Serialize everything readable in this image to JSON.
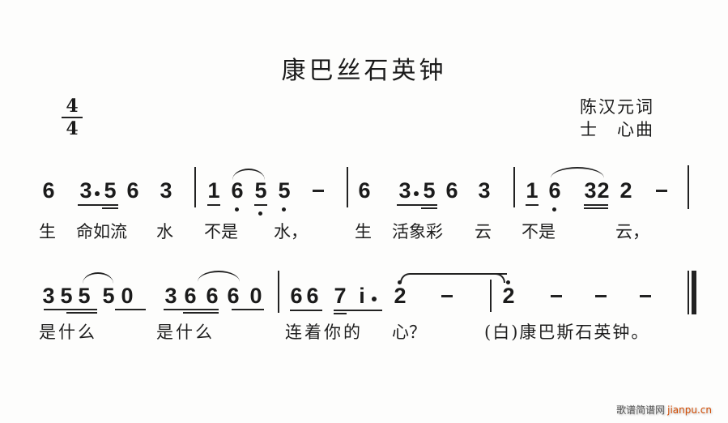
{
  "score": {
    "title": "康巴丝石英钟",
    "time_signature": {
      "numerator": "4",
      "denominator": "4"
    },
    "credits": {
      "lyricist": "陈汉元词",
      "composer": "士　心曲"
    }
  },
  "row1": {
    "notes": [
      "6",
      "3",
      "5",
      "6",
      "3",
      "1",
      "6",
      "5",
      "5",
      "6",
      "3",
      "5",
      "6",
      "3",
      "1",
      "6",
      "3",
      "2",
      "2"
    ],
    "dashes": [
      "-",
      "-"
    ],
    "lyrics": [
      "生",
      "命如流",
      "水",
      "不是",
      "水，",
      "生",
      "活象彩",
      "云",
      "不是",
      "云，"
    ]
  },
  "row2": {
    "notes": [
      "3",
      "5",
      "5",
      "5",
      "0",
      "3",
      "6",
      "6",
      "6",
      "0",
      "6",
      "6",
      "7",
      "i",
      "2",
      "2"
    ],
    "dashes": [
      "-",
      "-",
      "-",
      "-"
    ],
    "lyrics": [
      "是什么",
      "是什么",
      "连着你的",
      "心？",
      "(白)康巴斯石英钟。"
    ]
  },
  "watermark": {
    "cn": "歌谱简谱网",
    "site": "jianpu.cn"
  }
}
